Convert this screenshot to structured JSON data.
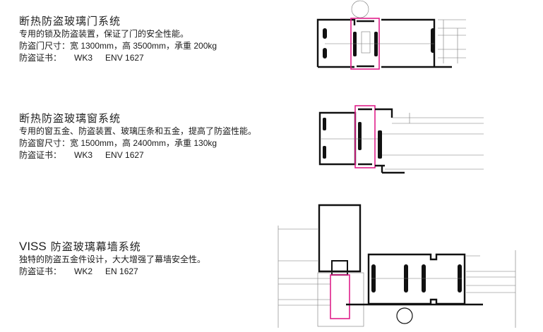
{
  "sections": [
    {
      "title": "断热防盗玻璃门系统",
      "description": "专用的锁及防盗装置，保证了门的安全性能。",
      "size_line": "防盗门尺寸：宽 1300mm，高 3500mm，承重 200kg",
      "cert_label": "防盗证书：",
      "cert_class": "WK3",
      "cert_standard": "ENV 1627"
    },
    {
      "title": "断热防盗玻璃窗系统",
      "description": "专用的窗五金、防盗装置、玻璃压条和五金，提高了防盗性能。",
      "size_line": "防盗窗尺寸：宽 1500mm，高 2400mm，承重 130kg",
      "cert_label": "防盗证书：",
      "cert_class": "WK3",
      "cert_standard": "ENV 1627"
    },
    {
      "title_prefix": "VISS",
      "title": "防盗玻璃幕墙系统",
      "description": "独特的防盗五金件设计，大大增强了幕墙安全性。",
      "cert_label": "防盗证书：",
      "cert_class": "WK2",
      "cert_standard": "EN 1627"
    }
  ],
  "colors": {
    "highlight": "#e0208a",
    "profile": "#111111"
  }
}
